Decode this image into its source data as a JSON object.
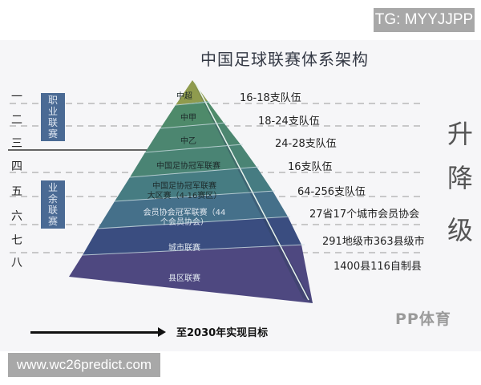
{
  "badges": {
    "top_right": "TG: MYYJJPP",
    "bottom_left": "www.wc26predict.com"
  },
  "title": "中国足球联赛体系架构",
  "tier_numerals": [
    "一",
    "二",
    "三",
    "四",
    "五",
    "六",
    "七",
    "八"
  ],
  "groups": [
    {
      "label": "职业联赛",
      "chars": [
        "职",
        "业",
        "联",
        "赛"
      ]
    },
    {
      "label": "业余联赛",
      "chars": [
        "业",
        "余",
        "联",
        "赛"
      ]
    }
  ],
  "side_label": {
    "text": "升降级",
    "chars": [
      "升",
      "降",
      "级"
    ]
  },
  "goal_label": "至2030年实现目标",
  "brand": "PP体育",
  "colors": {
    "layers": [
      "#8f9b4e",
      "#4e8a6a",
      "#4c8670",
      "#4a8474",
      "#467c82",
      "#45708a",
      "#3a4d80",
      "#4e4880"
    ],
    "group_box": "#4a6a94"
  },
  "chart_data": {
    "type": "pyramid",
    "title": "中国足球联赛体系架构",
    "levels": [
      {
        "tier": "一",
        "name": "中超",
        "teams": "16-18支队伍",
        "group": "职业联赛"
      },
      {
        "tier": "二",
        "name": "中甲",
        "teams": "18-24支队伍",
        "group": "职业联赛"
      },
      {
        "tier": "三",
        "name": "中乙",
        "teams": "24-28支队伍",
        "group": "职业联赛"
      },
      {
        "tier": "四",
        "name": "中国足协冠军联赛",
        "teams": "16支队伍",
        "group": ""
      },
      {
        "tier": "五",
        "name": "中国足协冠军联赛大区赛（4-16赛区）",
        "teams": "64-256支队伍",
        "group": "业余联赛"
      },
      {
        "tier": "六",
        "name": "会员协会冠军联赛（44个会员协会）",
        "teams": "27省17个城市会员协会",
        "group": "业余联赛"
      },
      {
        "tier": "七",
        "name": "城市联赛",
        "teams": "291地级市363县级市",
        "group": ""
      },
      {
        "tier": "八",
        "name": "县区联赛",
        "teams": "1400县116自制县",
        "group": ""
      }
    ],
    "side_annotation": "升降级",
    "footer_annotation": "至2030年实现目标"
  },
  "layers": [
    {
      "line1": "中超",
      "line2": ""
    },
    {
      "line1": "中甲",
      "line2": ""
    },
    {
      "line1": "中乙",
      "line2": ""
    },
    {
      "line1": "中国足协冠军联赛",
      "line2": ""
    },
    {
      "line1": "中国足协冠军联赛",
      "line2": "大区赛（4-16赛区）"
    },
    {
      "line1": "会员协会冠军联赛（44",
      "line2": "个会员协会）"
    },
    {
      "line1": "城市联赛",
      "line2": ""
    },
    {
      "line1": "县区联赛",
      "line2": ""
    }
  ],
  "counts": [
    "16-18支队伍",
    "18-24支队伍",
    "24-28支队伍",
    "16支队伍",
    "64-256支队伍",
    "27省17个城市会员协会",
    "291地级市363县级市",
    "1400县116自制县"
  ]
}
